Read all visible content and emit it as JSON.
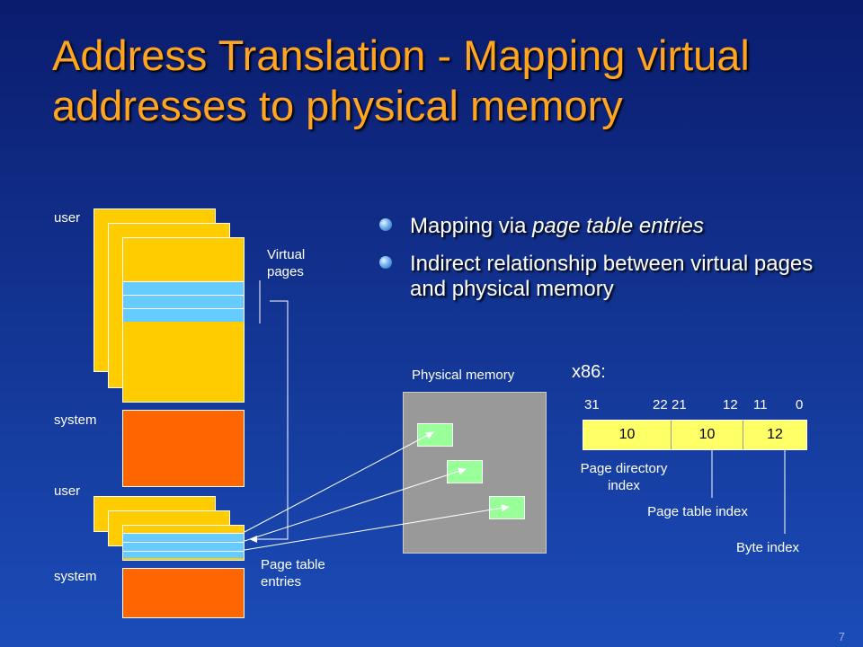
{
  "title": "Address Translation - Mapping virtual addresses to physical memory",
  "bullets": [
    {
      "pre": "Mapping via ",
      "em": "page table entries"
    },
    {
      "pre": "Indirect relationship between virtual pages and physical memory",
      "em": ""
    }
  ],
  "left": {
    "user_top": "user",
    "system_top": "system",
    "user_bottom": "user",
    "system_bottom": "system",
    "virtual_pages": "Virtual pages",
    "page_table_entries": "Page table entries"
  },
  "physical_memory": "Physical memory",
  "x86": {
    "label": "x86:",
    "bits": [
      "31",
      "22",
      "21",
      "12",
      "11",
      "0"
    ],
    "fields": [
      "10",
      "10",
      "12"
    ],
    "page_directory_index": "Page directory index",
    "page_table_index": "Page table index",
    "byte_index": "Byte index"
  },
  "page_number": "7",
  "colors": {
    "title": "#ffa521",
    "user_page": "#ffcc00",
    "system_page": "#ff6600",
    "pte_stripe": "#66ccff",
    "physical_memory": "#999999",
    "frame": "#99ff99",
    "address_bar": "#ffff66"
  }
}
